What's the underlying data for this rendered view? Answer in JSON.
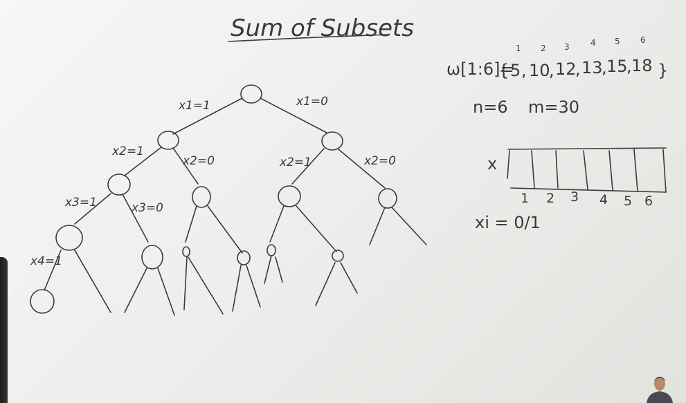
{
  "title": "Sum of Subsets",
  "weights": {
    "expression": "w[1:6]={5,10,12,13,15,18}",
    "lhs": "ω[1:6]=",
    "indices": [
      "1",
      "2",
      "3",
      "4",
      "5",
      "6"
    ],
    "values": [
      "5",
      "10",
      "12",
      "13",
      "15",
      "18"
    ]
  },
  "params": {
    "n": "n=6",
    "m": "m=30"
  },
  "x_array": {
    "label": "x",
    "cell_indices": [
      "1",
      "2",
      "3",
      "4",
      "5",
      "6"
    ],
    "domain_text": "xi = 0/1"
  },
  "tree": {
    "edge_labels": {
      "x1_left": "x1=1",
      "x1_right": "x1=0",
      "x2_ll": "x2=1",
      "x2_lr": "x2=0",
      "x2_rl": "x2=1",
      "x2_rr": "x2=0",
      "x3_l": "x3=1",
      "x3_r": "x3=0",
      "x4_l": "x4=1"
    }
  }
}
